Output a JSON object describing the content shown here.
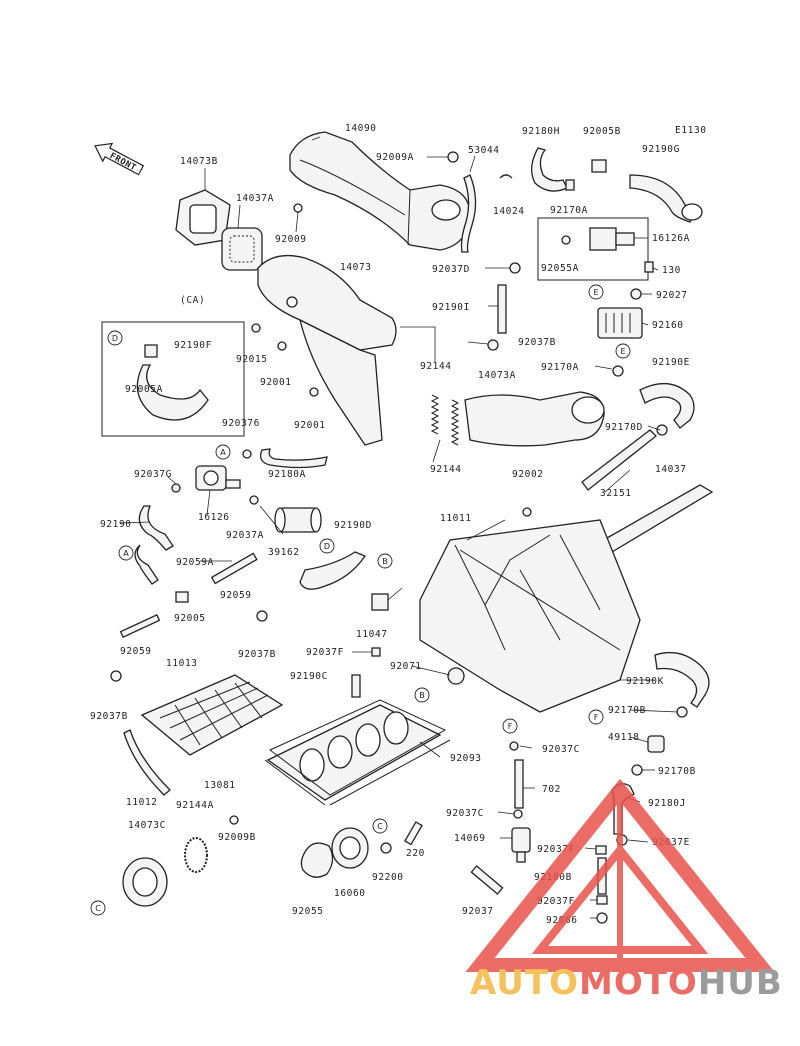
{
  "diagram_id": "E1130",
  "front_label": "FRONT",
  "group_label": "(CA)",
  "watermark": {
    "auto": "AUTO",
    "moto": "MOTO",
    "hub": "HUB",
    "orange": "#f5b640",
    "red": "#e8534a",
    "gray": "#8a8a8a"
  },
  "callouts": [
    "A",
    "B",
    "C",
    "D",
    "E",
    "F"
  ],
  "labels": {
    "p14090": "14090",
    "p92009A": "92009A",
    "p53044": "53044",
    "p14024": "14024",
    "p92180H": "92180H",
    "p92005B": "92005B",
    "p92190G": "92190G",
    "p92170A_top": "92170A",
    "p16126A": "16126A",
    "p92055A": "92055A",
    "p130": "130",
    "p92027": "92027",
    "p92160": "92160",
    "p14073B": "14073B",
    "p14037A": "14037A",
    "p92009": "92009",
    "p14073": "14073",
    "p92037D": "92037D",
    "p92190I": "92190I",
    "p92037B_mid": "92037B",
    "p92170A_mid": "92170A",
    "p92190E": "92190E",
    "p92190F": "92190F",
    "p92005A": "92005A",
    "p92015": "92015",
    "p92001_a": "92001",
    "p92001_b": "92001",
    "p92144_top": "92144",
    "p14073A": "14073A",
    "p92170D": "92170D",
    "p92037_mid": "920376",
    "p92180A": "92180A",
    "p92144_bot": "92144",
    "p14037": "14037",
    "p92037G": "92037G",
    "p16126": "16126",
    "p92002": "92002",
    "p32151": "32151",
    "p92190": "92190",
    "p92037A": "92037A",
    "p39162": "39162",
    "p92190D": "92190D",
    "p11011": "11011",
    "p92059A": "92059A",
    "p92059_a": "92059",
    "p92005": "92005",
    "p11047": "11047",
    "p92059_b": "92059",
    "p92037B_b": "92037B",
    "p92037F_a": "92037F",
    "p92190C": "92190C",
    "p92071": "92071",
    "p92190K": "92190K",
    "p11013": "11013",
    "p92037B_c": "92037B",
    "p92170B_a": "92170B",
    "p49118": "49118",
    "p92093": "92093",
    "p92037C_a": "92037C",
    "p92170B_b": "92170B",
    "p11012": "11012",
    "p13081": "13081",
    "p702": "702",
    "p92180J": "92180J",
    "p92144A": "92144A",
    "p92009B": "92009B",
    "p92037C_b": "92037C",
    "p14069": "14069",
    "p92037E": "92037E",
    "p14073C": "14073C",
    "p220": "220",
    "p92037F_b": "92037F",
    "p92200": "92200",
    "p16060": "16060",
    "p92180B": "92180B",
    "p92055": "92055",
    "p92037": "92037",
    "p92037F_c": "92037F",
    "p92066": "92066"
  }
}
